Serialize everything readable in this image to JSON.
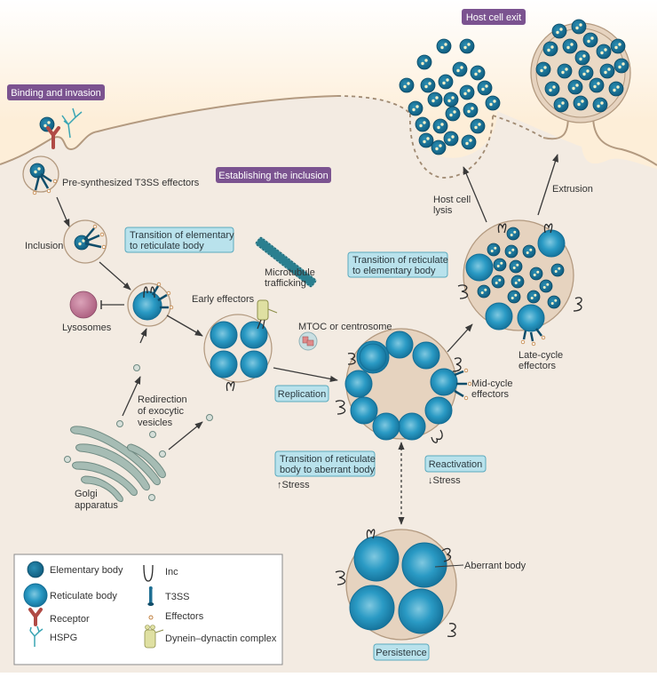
{
  "figure": {
    "section_headers": {
      "binding": "Binding and invasion",
      "establishing": "Establishing the inclusion",
      "exit": "Host cell exit"
    },
    "transition_boxes": {
      "eb_to_rb_line1": "Transition of elementary",
      "eb_to_rb_line2": "to reticulate body",
      "rb_to_eb_line1": "Transition of reticulate",
      "rb_to_eb_line2": "to elementary body",
      "replication": "Replication",
      "rb_to_ab_line1": "Transition of reticulate",
      "rb_to_ab_line2": "body to aberrant body",
      "reactivation": "Reactivation",
      "persistence": "Persistence"
    },
    "labels": {
      "pre_synth": "Pre-synthesized T3SS effectors",
      "inclusion": "Inclusion",
      "lysosomes": "Lysosomes",
      "early_effectors": "Early effectors",
      "microtubule_line1": "Microtubule",
      "microtubule_line2": "trafficking",
      "mtoc": "MTOC or centrosome",
      "redirection_line1": "Redirection",
      "redirection_line2": "of exocytic",
      "redirection_line3": "vesicles",
      "golgi_line1": "Golgi",
      "golgi_line2": "apparatus",
      "mid_cycle_line1": "Mid-cycle",
      "mid_cycle_line2": "effectors",
      "late_cycle_line1": "Late-cycle",
      "late_cycle_line2": "effectors",
      "host_lysis_line1": "Host cell",
      "host_lysis_line2": "lysis",
      "extrusion": "Extrusion",
      "stress_up": "↑Stress",
      "stress_down": "↓Stress",
      "aberrant_body": "Aberrant body"
    },
    "legend": {
      "items": [
        {
          "icon": "elementary-body-icon",
          "label": "Elementary body"
        },
        {
          "icon": "reticulate-body-icon",
          "label": "Reticulate body"
        },
        {
          "icon": "receptor-icon",
          "label": "Receptor"
        },
        {
          "icon": "hspg-icon",
          "label": "HSPG"
        },
        {
          "icon": "inc-icon",
          "label": "Inc"
        },
        {
          "icon": "t3ss-icon",
          "label": "T3SS"
        },
        {
          "icon": "effectors-icon",
          "label": "Effectors"
        },
        {
          "icon": "dynein-dynactin-icon",
          "label": "Dynein–dynactin complex"
        }
      ]
    },
    "colors": {
      "extracellular": "#fdeed8",
      "cytoplasm": "#f3ebe2",
      "header_purple": "#7b5390",
      "box_cyan": "#b9e2ec",
      "bacteria_blue": "#1f8fb8",
      "lysosome_pink": "#c06f8f",
      "golgi_gray": "#8fa8a0",
      "receptor_red": "#b04a45"
    }
  }
}
